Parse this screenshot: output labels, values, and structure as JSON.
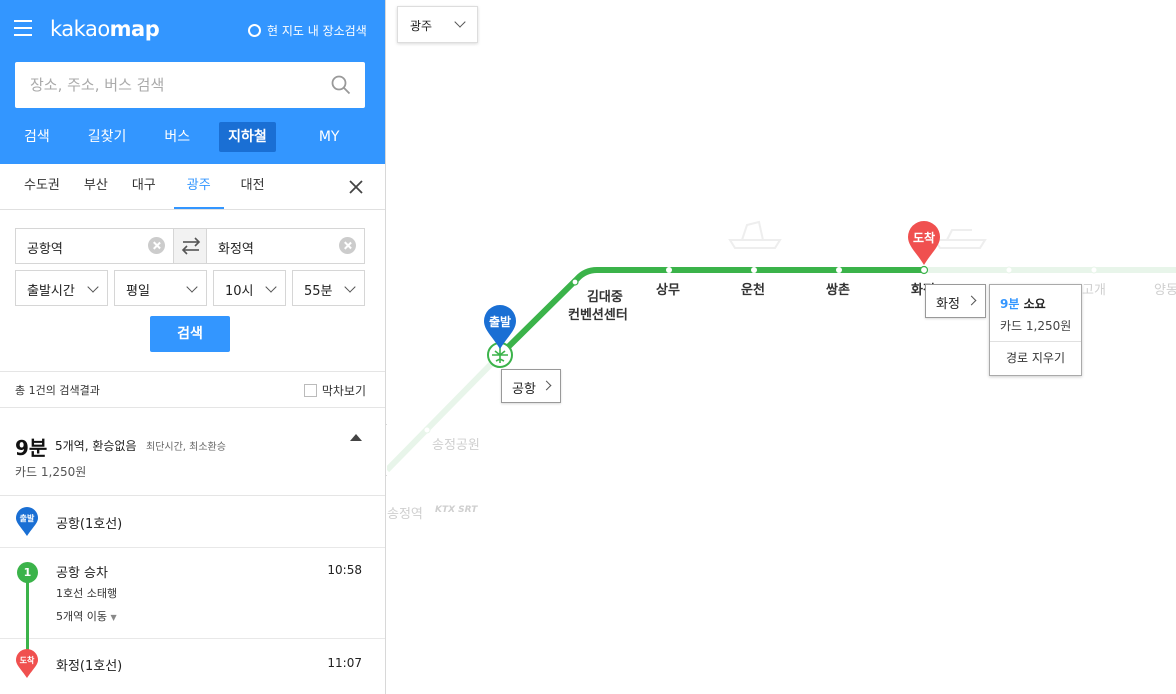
{
  "header": {
    "logo_light": "kakao",
    "logo_bold": "map",
    "map_search_toggle": "현 지도 내 장소검색",
    "search_placeholder": "장소, 주소, 버스 검색",
    "tabs": [
      {
        "label": "검색"
      },
      {
        "label": "길찾기"
      },
      {
        "label": "버스"
      },
      {
        "label": "지하철",
        "active": true
      },
      {
        "label": "MY"
      }
    ]
  },
  "regions": [
    {
      "label": "수도권"
    },
    {
      "label": "부산"
    },
    {
      "label": "대구"
    },
    {
      "label": "광주",
      "active": true
    },
    {
      "label": "대전"
    }
  ],
  "route": {
    "origin": "공항역",
    "destination": "화정역",
    "options": {
      "time_type": "출발시간",
      "day_type": "평일",
      "hour": "10시",
      "minute": "55분"
    },
    "search_button": "검색"
  },
  "results": {
    "count_text": "총 1건의 검색결과",
    "last_train_label": "막차보기",
    "summary": {
      "time": "9분",
      "description": "5개역, 환승없음",
      "tags": "최단시간, 최소환승",
      "fare": "카드 1,250원"
    },
    "steps": {
      "start_pin": "출발",
      "start_name": "공항(1호선)",
      "line_number": "1",
      "board_name": "공항 승차",
      "board_time": "10:58",
      "direction": "1호선 소태행",
      "move_count": "5개역 이동",
      "end_pin": "도착",
      "end_name": "화정(1호선)",
      "end_time": "11:07"
    }
  },
  "map": {
    "region_select": "광주",
    "start_pin": "출발",
    "end_pin": "도착",
    "start_callout": "공항",
    "end_callout": "화정",
    "stations": [
      "김대중",
      "컨벤션센터",
      "상무",
      "운천",
      "쌍촌",
      "화정"
    ],
    "faint_stations": [
      "송정공원",
      "송정역",
      "고개",
      "양동"
    ],
    "ktx_label": "KTX SRT",
    "info_popup": {
      "time": "9분",
      "time_suffix": " 소요",
      "fare": "카드 1,250원",
      "clear": "경로 지우기"
    },
    "line_color": "#3bb34a",
    "accent": "#3396ff",
    "end_color": "#f0504f"
  }
}
